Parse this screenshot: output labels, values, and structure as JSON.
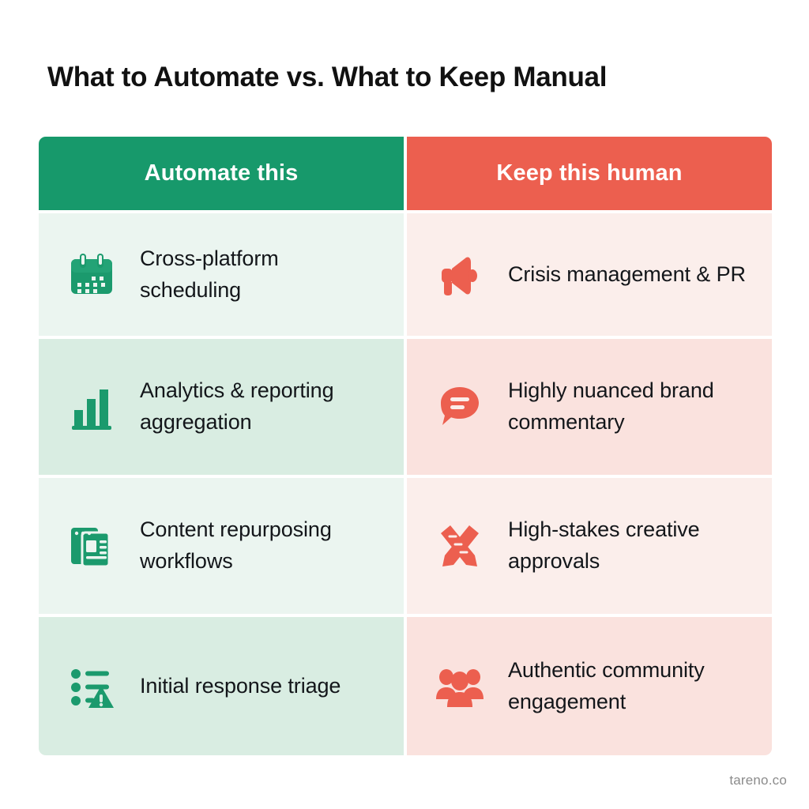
{
  "page": {
    "title": "What to Automate vs. What to Keep Manual",
    "background": "#FFFFFF",
    "footer": "tareno.co"
  },
  "colors": {
    "automate_header_bg": "#17996B",
    "manual_header_bg": "#EC5F4F",
    "automate_icon": "#1B9A6D",
    "manual_icon": "#EC5F4F",
    "automate_row_light": "#EBF5F0",
    "automate_row_dark": "#D9EDE2",
    "manual_row_light": "#FBEEEB",
    "manual_row_dark": "#FAE2DE",
    "title_text": "#111111",
    "body_text": "#13161A",
    "footer_text": "#8B8B8B",
    "header_text": "#FFFFFF"
  },
  "table": {
    "columns": [
      {
        "key": "automate",
        "header": "Automate this",
        "accent": "#17996B"
      },
      {
        "key": "manual",
        "header": "Keep this human",
        "accent": "#EC5F4F"
      }
    ],
    "rows": [
      {
        "automate": {
          "label": "Cross-platform scheduling",
          "icon": "calendar-icon"
        },
        "manual": {
          "label": "Crisis management & PR",
          "icon": "megaphone-icon"
        }
      },
      {
        "automate": {
          "label": "Analytics & reporting aggregation",
          "icon": "bar-chart-icon"
        },
        "manual": {
          "label": "Highly nuanced brand commentary",
          "icon": "speech-bubble-icon"
        }
      },
      {
        "automate": {
          "label": "Content repurposing workflows",
          "icon": "newspaper-icon"
        },
        "manual": {
          "label": "High-stakes creative approvals",
          "icon": "pencil-ruler-icon"
        }
      },
      {
        "automate": {
          "label": "Initial response triage",
          "icon": "list-alert-icon"
        },
        "manual": {
          "label": "Authentic community engagement",
          "icon": "people-group-icon"
        }
      }
    ]
  }
}
